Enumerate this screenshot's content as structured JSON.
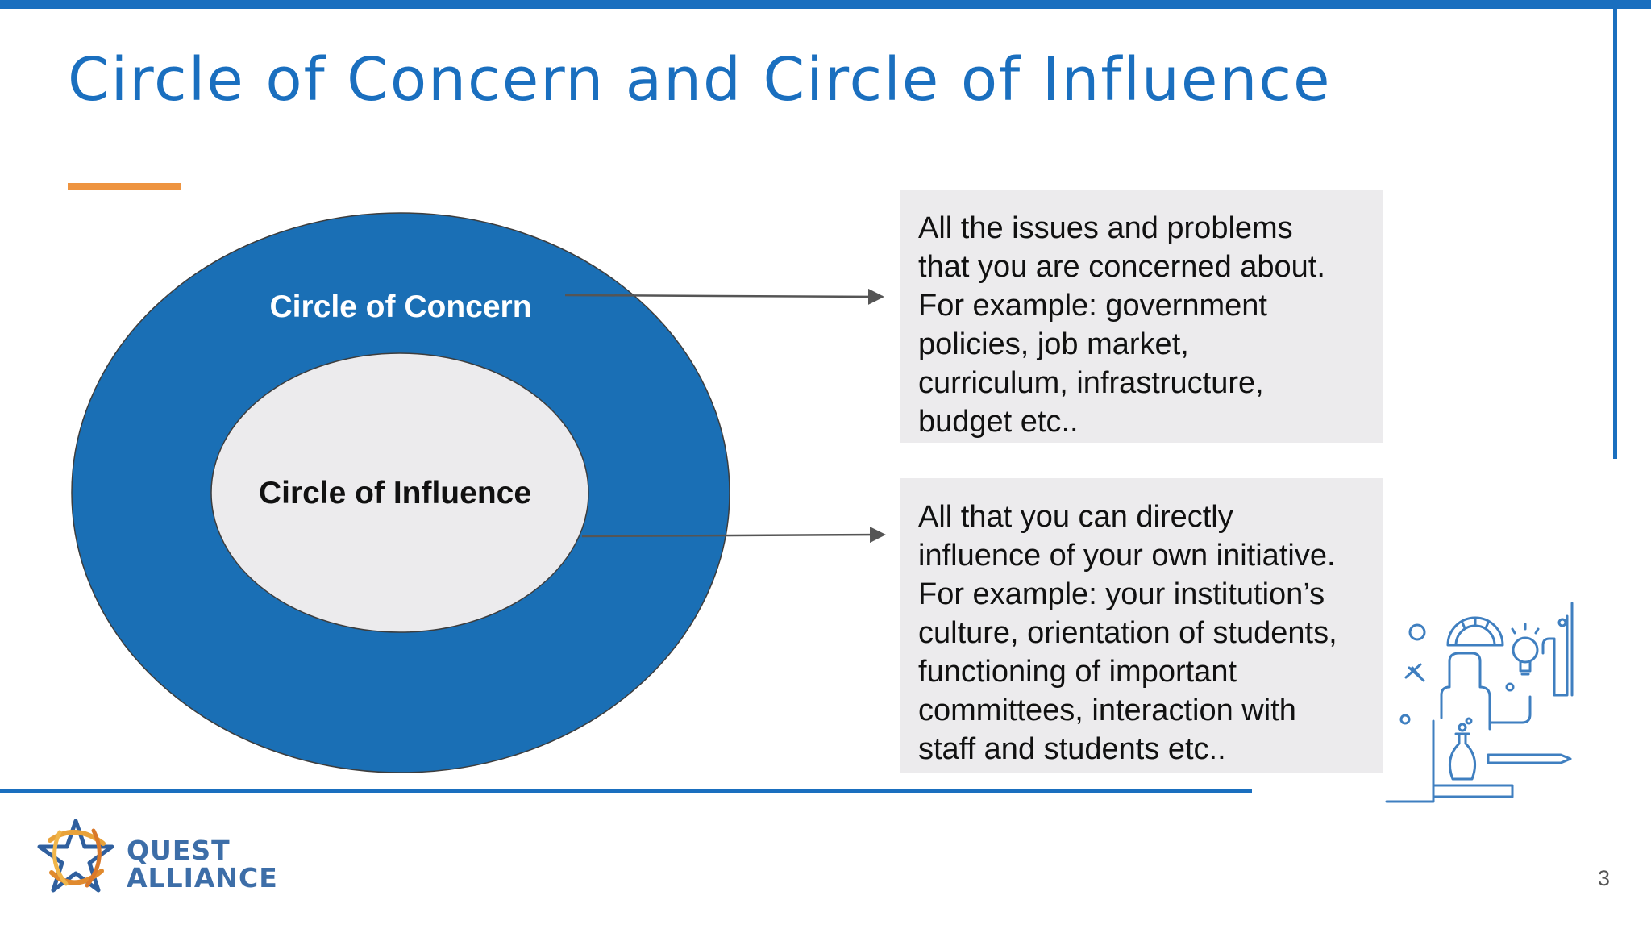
{
  "slide": {
    "title": "Circle of Concern and Circle of Influence",
    "page_number": "3"
  },
  "diagram": {
    "outer_label": "Circle of Concern",
    "inner_label": "Circle of Influence",
    "colors": {
      "outer_fill": "#1a6fb5",
      "inner_fill": "#ecebed",
      "arrow": "#555555"
    }
  },
  "boxes": {
    "concern_text": "All the issues and problems\nthat you are concerned about.\nFor example: government\npolicies, job market,\ncurriculum, infrastructure,\nbudget etc..",
    "influence_text": "All that you can directly\ninfluence of your own initiative.\nFor example: your institution’s\nculture, orientation of students,\nfunctioning of important\ncommittees, interaction with\nstaff and students etc.."
  },
  "logo": {
    "line1": "QUEST",
    "line2": "ALLIANCE"
  },
  "colors": {
    "primary_blue": "#1a6fbf",
    "accent_orange": "#ee9440",
    "box_gray": "#ecebed"
  }
}
